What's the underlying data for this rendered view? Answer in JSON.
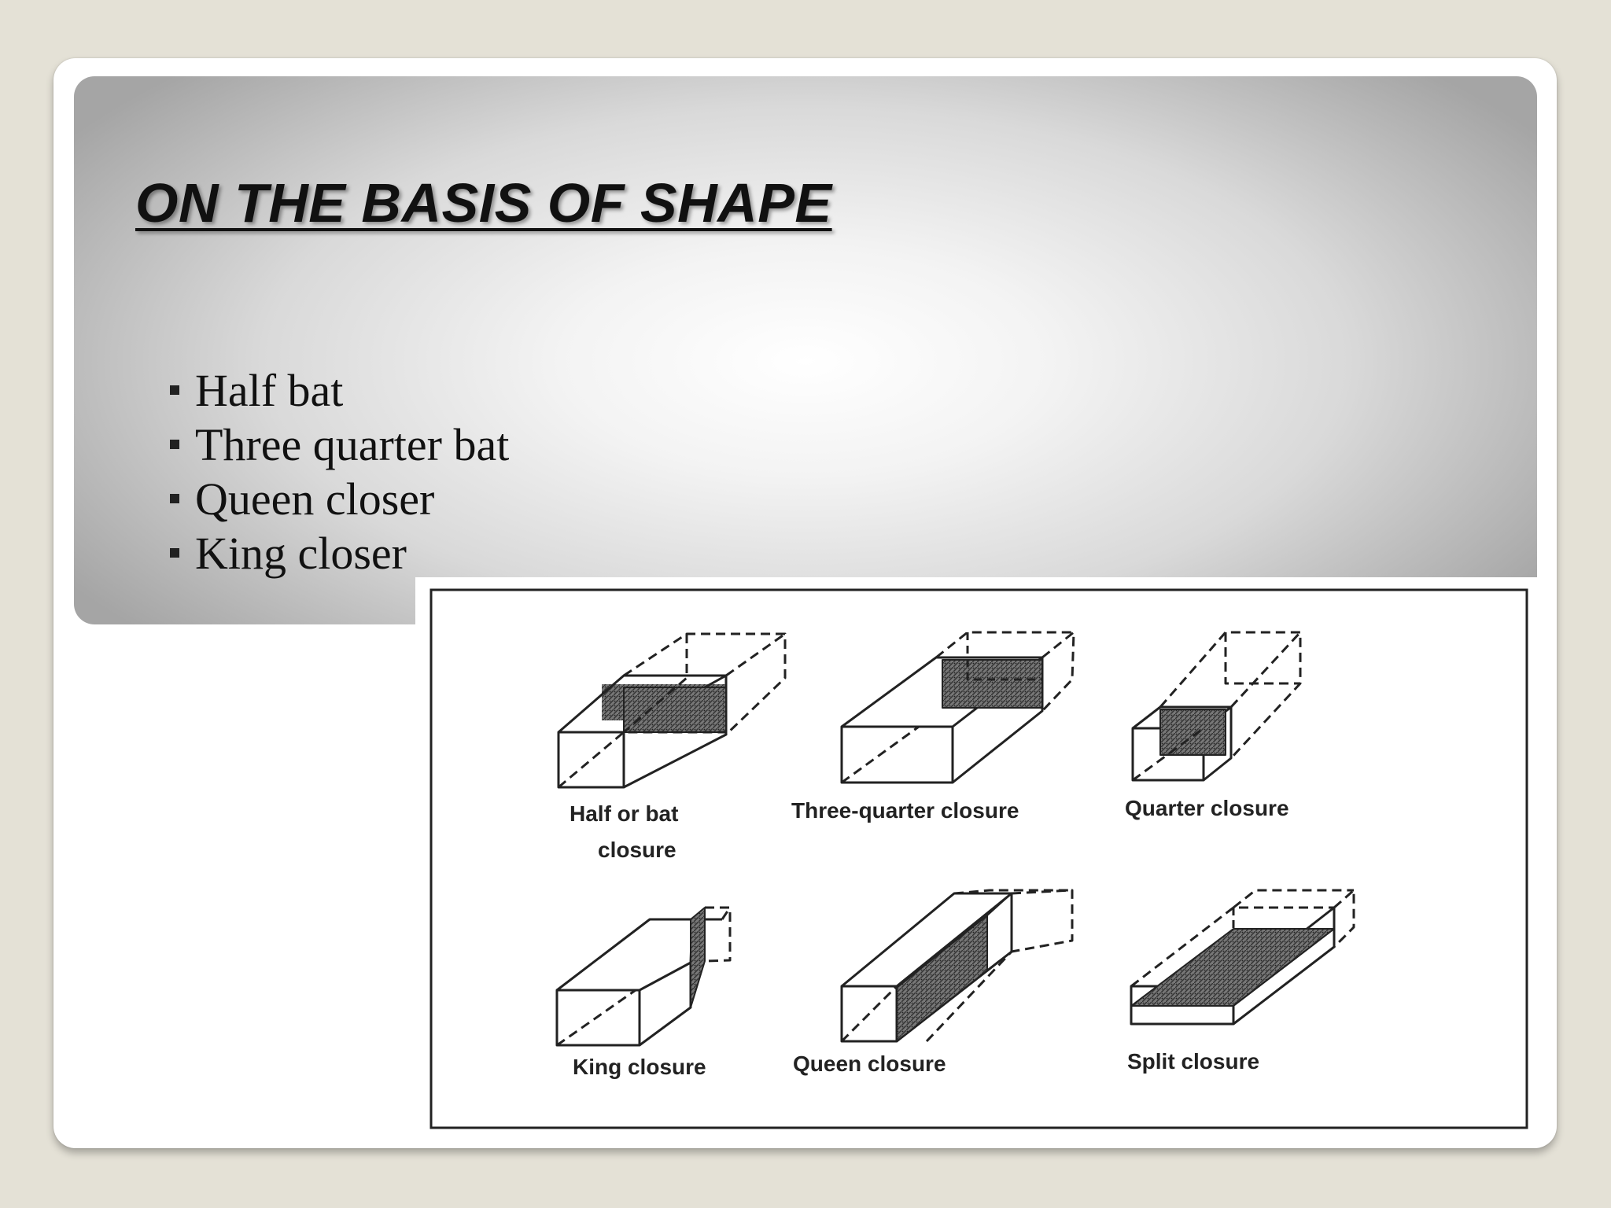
{
  "slide": {
    "title": "ON THE BASIS OF SHAPE",
    "bullets": [
      "Half bat",
      "Three quarter bat",
      "Queen closer",
      "King closer"
    ]
  },
  "figure": {
    "labels": {
      "half_or_bat_closure_line1": "Half or bat",
      "half_or_bat_closure_line2": "closure",
      "three_quarter_closure": "Three-quarter closure",
      "quarter_closure": "Quarter closure",
      "king_closure": "King closure",
      "queen_closure": "Queen closure",
      "split_closure": "Split closure"
    }
  },
  "colors": {
    "background": "#e4e1d6",
    "card": "#ffffff",
    "text": "#111111",
    "hatch": "#555555"
  }
}
